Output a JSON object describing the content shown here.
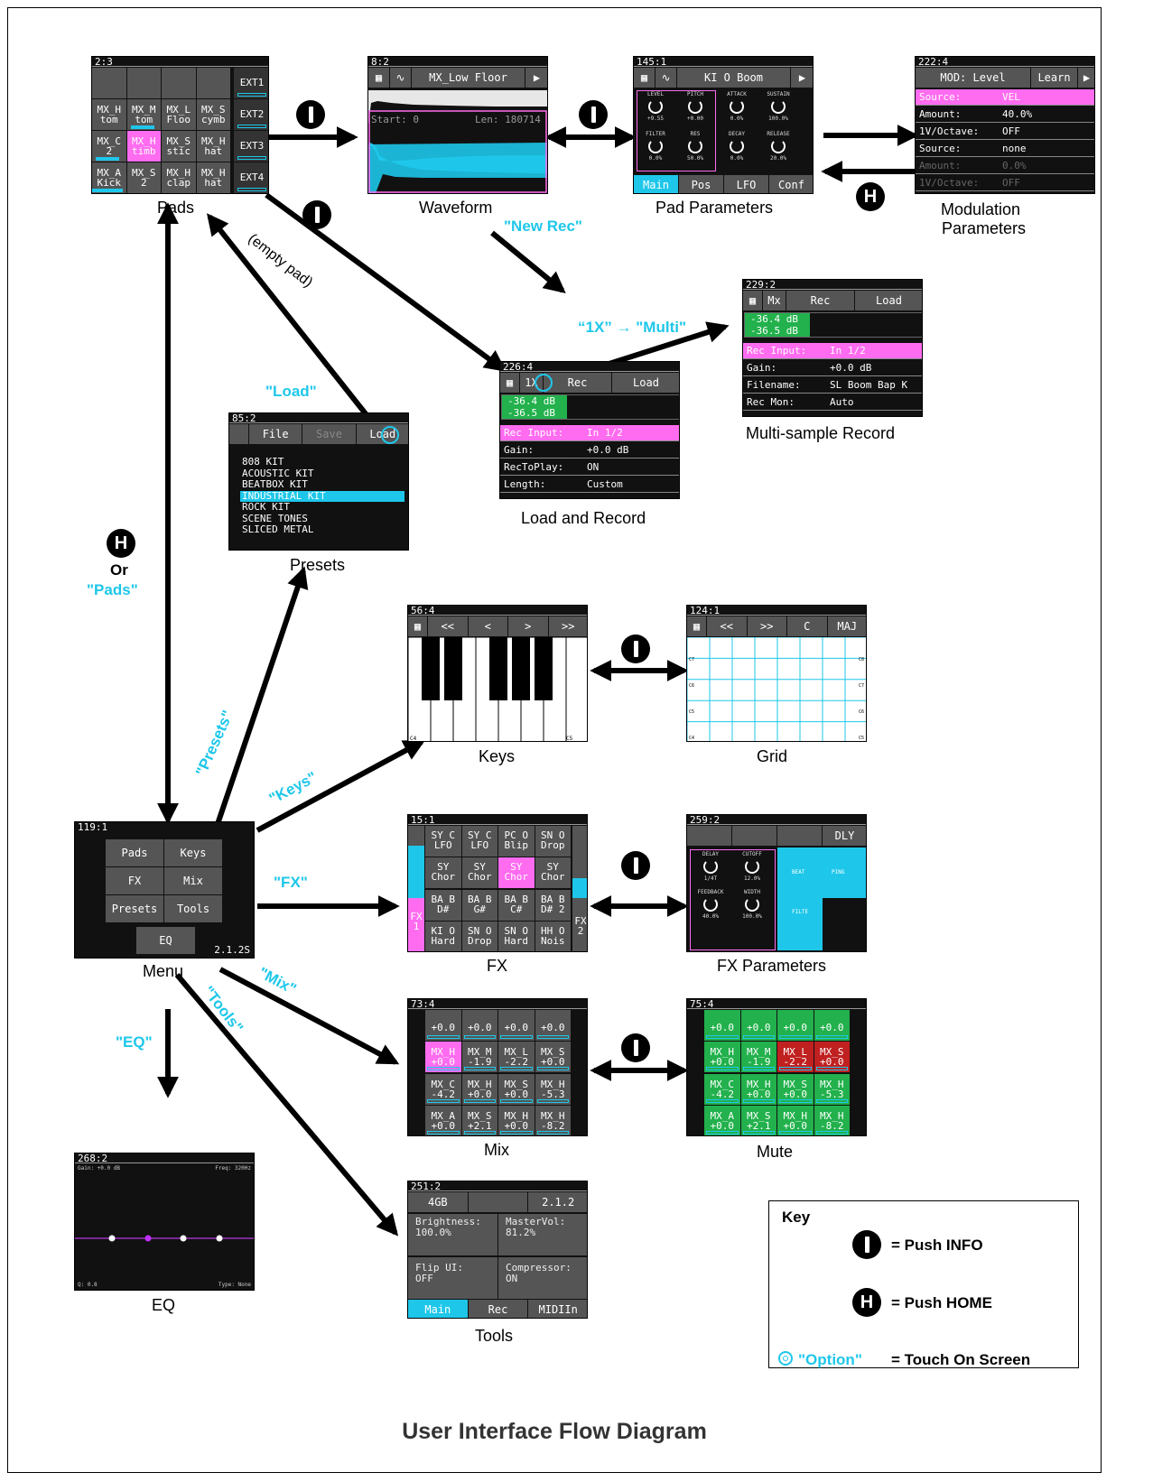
{
  "title": "User Interface Flow Diagram",
  "key": {
    "title": "Key",
    "info": "= Push INFO",
    "home": "= Push HOME",
    "option_word": "\"Option\"",
    "option": "= Touch On Screen"
  },
  "labels": {
    "new_rec": "\"New Rec\"",
    "empty_pad": "(empty pad)",
    "load": "\"Load\"",
    "multi": "“1X” → \"Multi\"",
    "or": "Or",
    "pads": "\"Pads\"",
    "presets": "\"Presets\"",
    "keys": "\"Keys\"",
    "fx": "\"FX\"",
    "mix": "\"Mix\"",
    "tools": "\"Tools\"",
    "eq": "\"EQ\""
  },
  "captions": {
    "pads": "Pads",
    "waveform": "Waveform",
    "pad_params": "Pad Parameters",
    "mod1": "Modulation",
    "mod2": "Parameters",
    "multi": "Multi-sample Record",
    "load_rec": "Load and Record",
    "presets": "Presets",
    "keys": "Keys",
    "grid": "Grid",
    "menu": "Menu",
    "fx": "FX",
    "fx_params": "FX Parameters",
    "mix": "Mix",
    "mute": "Mute",
    "eq": "EQ",
    "tools": "Tools"
  },
  "pads": {
    "status": "2:3",
    "cells": [
      "MX_H\ntom",
      "MX_M\ntom",
      "MX_L\nFloo",
      "MX_S\ncymb",
      "MX_C\n2",
      "MX_H\ntimb",
      "MX_S\nstic",
      "MX_H\nhat",
      "MX_A\nKick",
      "MX_S\n2",
      "MX_H\nclap",
      "MX_H\nhat"
    ],
    "ext": [
      "EXT1",
      "EXT2",
      "EXT3",
      "EXT4"
    ]
  },
  "waveform": {
    "status": "8:2",
    "name": "MX_Low Floor",
    "start": "Start: 0",
    "len": "Len: 180714"
  },
  "padparams": {
    "status": "145:1",
    "name": "KI O Boom",
    "knobs": [
      [
        "LEVEL",
        "+9.55"
      ],
      [
        "PITCH",
        "+0.00"
      ],
      [
        "ATTACK",
        "0.0%"
      ],
      [
        "SUSTAIN",
        "100.0%"
      ],
      [
        "FILTER",
        "0.0%"
      ],
      [
        "RES",
        "50.0%"
      ],
      [
        "DECAY",
        "0.0%"
      ],
      [
        "RELEASE",
        "20.0%"
      ]
    ],
    "tabs": [
      "Main",
      "Pos",
      "LFO",
      "Conf"
    ]
  },
  "mod": {
    "status": "222:4",
    "title": "MOD: Level",
    "learn": "Learn",
    "rows": [
      [
        "Source:",
        "VEL"
      ],
      [
        "Amount:",
        "40.0%"
      ],
      [
        "1V/Octave:",
        "OFF"
      ],
      [
        "Source:",
        "none"
      ],
      [
        "Amount:",
        "0.0%"
      ],
      [
        "1V/Octave:",
        "OFF"
      ]
    ]
  },
  "multi": {
    "status": "229:2",
    "tabs": [
      "Mx",
      "Rec",
      "Load"
    ],
    "db1": "-36.4 dB",
    "db2": "-36.5 dB",
    "rows": [
      [
        "Rec Input:",
        "In 1/2"
      ],
      [
        "Gain:",
        "+0.0 dB"
      ],
      [
        "Filename:",
        "SL Boom Bap K"
      ],
      [
        "Rec Mon:",
        "Auto"
      ]
    ]
  },
  "loadrec": {
    "status": "226:4",
    "tabs": [
      "1X",
      "Rec",
      "Load"
    ],
    "db1": "-36.4 dB",
    "db2": "-36.5 dB",
    "rows": [
      [
        "Rec Input:",
        "In 1/2"
      ],
      [
        "Gain:",
        "+0.0 dB"
      ],
      [
        "RecToPlay:",
        "ON"
      ],
      [
        "Length:",
        "Custom"
      ]
    ]
  },
  "presets": {
    "status": "85:2",
    "tabs": [
      "File",
      "Save",
      "Load"
    ],
    "items": [
      "808 KIT",
      "ACOUSTIC KIT",
      "BEATBOX KIT",
      "INDUSTRIAL KIT",
      "ROCK KIT",
      "SCENE TONES",
      "SLICED METAL"
    ]
  },
  "keys": {
    "status": "56:4",
    "tabs": [
      "<<",
      "<",
      ">",
      ">>"
    ],
    "c4": "C4",
    "c5": "C5"
  },
  "grid": {
    "status": "124:1",
    "tabs": [
      "<<",
      ">>",
      "C",
      "MAJ"
    ],
    "left": [
      "C7",
      "C6",
      "C5",
      "C4"
    ],
    "right": [
      "C8",
      "C7",
      "C6",
      "C5"
    ]
  },
  "menu": {
    "status": "119:1",
    "buttons": [
      "Pads",
      "Keys",
      "FX",
      "Mix",
      "Presets",
      "Tools"
    ],
    "eq": "EQ",
    "version": "2.1.2S"
  },
  "fx": {
    "status": "15:1",
    "cells": [
      "SY C\nLFO",
      "SY C\nLFO",
      "PC O\nBlip",
      "SN O\nDrop",
      "SY\nChor",
      "SY\nChor",
      "SY\nChor",
      "SY\nChor",
      "BA B\nD#",
      "BA B\nG#",
      "BA B\nC#",
      "BA B\nD# 2",
      "KI O\nHard",
      "SN O\nDrop",
      "SN O\nHard",
      "HH O\nNois"
    ],
    "fx1": "FX\n1",
    "fx2": "FX\n2"
  },
  "fxparams": {
    "status": "259:2",
    "dly": "DLY",
    "knobs": [
      [
        "DELAY",
        "1/4T"
      ],
      [
        "CUTOFF",
        "12.0%"
      ],
      [
        "FEEDBACK",
        "40.0%"
      ],
      [
        "WIDTH",
        "100.0%"
      ]
    ],
    "beat": "BEAT",
    "ping": "PING",
    "filter": "FILTE"
  },
  "mix": {
    "status": "73:4",
    "cells": [
      "+0.0",
      "+0.0",
      "+0.0",
      "+0.0",
      "MX_H\n+0.0",
      "MX_M\n-1.9",
      "MX_L\n-2.2",
      "MX_S\n+0.0",
      "MX_C\n-4.2",
      "MX_H\n+0.0",
      "MX_S\n+0.0",
      "MX_H\n-5.3",
      "MX_A\n+0.0",
      "MX_S\n+2.1",
      "MX_H\n+0.0",
      "MX_H\n-8.2"
    ]
  },
  "mute": {
    "status": "75:4"
  },
  "eq": {
    "status": "268:2",
    "gain": "Gain: +0.0 dB",
    "freq": "Freq: 320Hz",
    "q": "Q: 0.8",
    "type": "Type: None"
  },
  "tools": {
    "status": "251:2",
    "storage": "4GB",
    "version": "2.1.2",
    "b_label": "Brightness:",
    "b_val": "100.0%",
    "mv_label": "MasterVol:",
    "mv_val": "81.2%",
    "f_label": "Flip UI:",
    "f_val": "OFF",
    "c_label": "Compressor:",
    "c_val": "ON",
    "tabs": [
      "Main",
      "Rec",
      "MIDIIn"
    ]
  }
}
